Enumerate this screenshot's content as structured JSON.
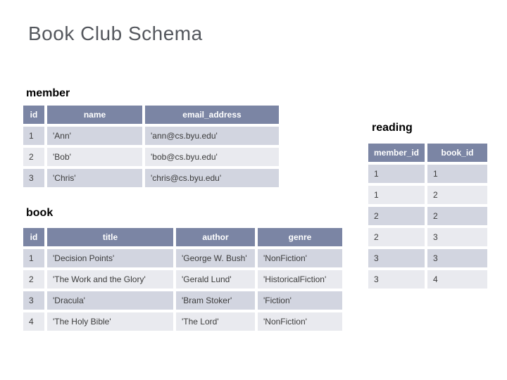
{
  "slide": {
    "title": "Book Club Schema"
  },
  "colors": {
    "header_bg": "#7b85a4",
    "row_odd": "#d2d5e0",
    "row_even": "#e9eaef",
    "cell_text": "#3c3c3c",
    "title_color": "#54575d"
  },
  "tables": {
    "member": {
      "label": "member",
      "headers": [
        "id",
        "name",
        "email_address"
      ],
      "rows": [
        [
          "1",
          "'Ann'",
          "'ann@cs.byu.edu'"
        ],
        [
          "2",
          "'Bob'",
          "'bob@cs.byu.edu'"
        ],
        [
          "3",
          "'Chris'",
          "'chris@cs.byu.edu'"
        ]
      ]
    },
    "book": {
      "label": "book",
      "headers": [
        "id",
        "title",
        "author",
        "genre"
      ],
      "rows": [
        [
          "1",
          "'Decision Points'",
          "'George W. Bush'",
          "'NonFiction'"
        ],
        [
          "2",
          "'The Work and the Glory'",
          "'Gerald Lund'",
          "'HistoricalFiction'"
        ],
        [
          "3",
          "'Dracula'",
          "'Bram Stoker'",
          "'Fiction'"
        ],
        [
          "4",
          "'The Holy Bible'",
          "'The Lord'",
          "'NonFiction'"
        ]
      ]
    },
    "reading": {
      "label": "reading",
      "headers": [
        "member_id",
        "book_id"
      ],
      "rows": [
        [
          "1",
          "1"
        ],
        [
          "1",
          "2"
        ],
        [
          "2",
          "2"
        ],
        [
          "2",
          "3"
        ],
        [
          "3",
          "3"
        ],
        [
          "3",
          "4"
        ]
      ]
    }
  }
}
